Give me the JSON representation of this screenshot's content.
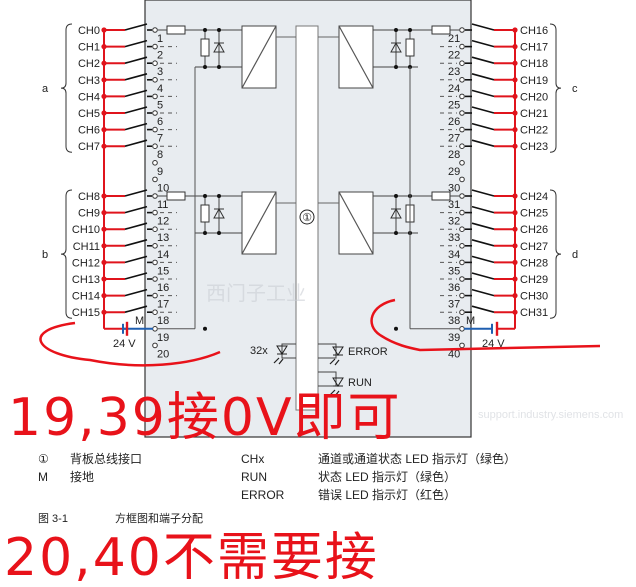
{
  "diagram": {
    "left_channels": [
      "CH0",
      "CH1",
      "CH2",
      "CH3",
      "CH4",
      "CH5",
      "CH6",
      "CH7",
      "CH8",
      "CH9",
      "CH10",
      "CH11",
      "CH12",
      "CH13",
      "CH14",
      "CH15"
    ],
    "right_channels": [
      "CH16",
      "CH17",
      "CH18",
      "CH19",
      "CH20",
      "CH21",
      "CH22",
      "CH23",
      "CH24",
      "CH25",
      "CH26",
      "CH27",
      "CH28",
      "CH29",
      "CH30",
      "CH31"
    ],
    "left_terminals": [
      "1",
      "2",
      "3",
      "4",
      "5",
      "6",
      "7",
      "8",
      "9",
      "10",
      "11",
      "12",
      "13",
      "14",
      "15",
      "16",
      "17",
      "18",
      "19",
      "20"
    ],
    "right_terminals": [
      "21",
      "22",
      "23",
      "24",
      "25",
      "26",
      "27",
      "28",
      "29",
      "30",
      "31",
      "32",
      "33",
      "34",
      "35",
      "36",
      "37",
      "38",
      "39",
      "40"
    ],
    "groups": {
      "a": "a",
      "b": "b",
      "c": "c",
      "d": "d"
    },
    "supply_label": "24 V",
    "ground_label": "M",
    "bus_marker": "①",
    "led_count_label": "32x",
    "error_led": "ERROR",
    "run_led": "RUN",
    "colors": {
      "wire": "#e0141c",
      "ground": "#1f5fb0",
      "module": "#e8ecf0"
    }
  },
  "legend": [
    {
      "symbol": "①",
      "text": "背板总线接口",
      "key": "CHx",
      "desc": "通道或通道状态 LED 指示灯（绿色）"
    },
    {
      "symbol": "M",
      "text": "接地",
      "key": "RUN",
      "desc": "状态 LED 指示灯（绿色）"
    },
    {
      "symbol": "",
      "text": "",
      "key": "ERROR",
      "desc": "错误 LED 指示灯（红色）"
    }
  ],
  "caption": {
    "number": "图 3-1",
    "title": "方框图和端子分配"
  },
  "watermark": {
    "line1": "西门子工业",
    "line2": "support.industry.siemens.com"
  },
  "annotations": {
    "note1": "19,39接0V即可",
    "note2": "20,40不需要接"
  }
}
